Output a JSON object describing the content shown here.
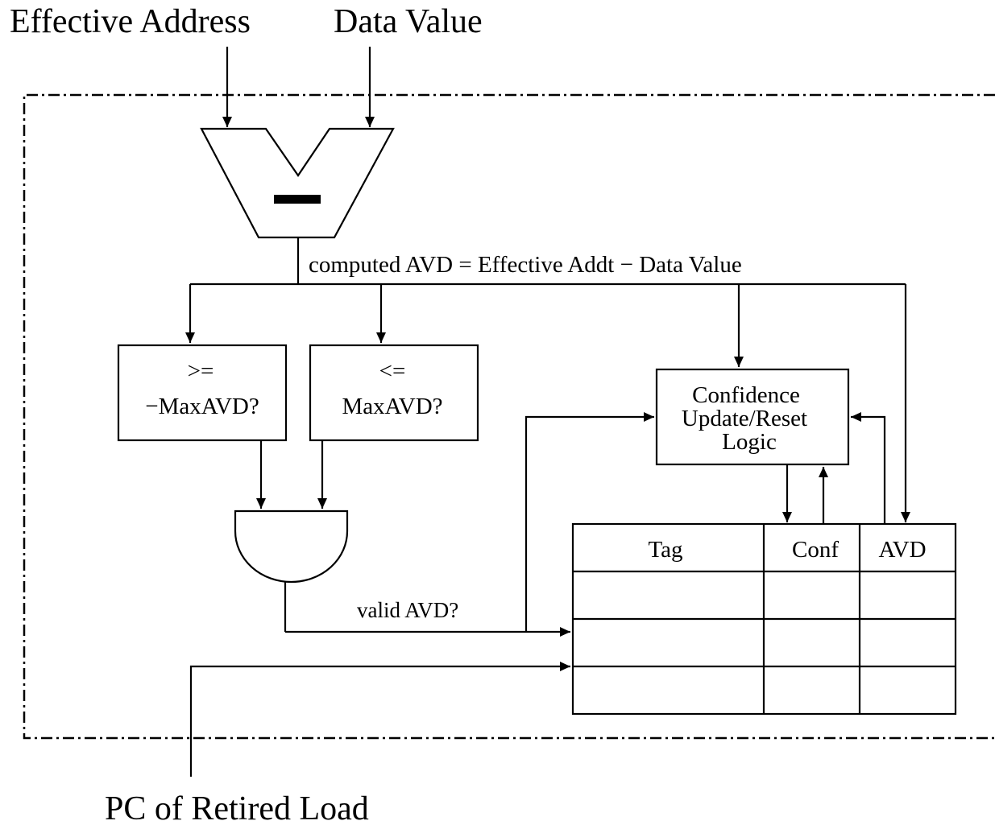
{
  "inputs": {
    "effective_address": "Effective Address",
    "data_value": "Data Value",
    "pc_retired_load": "PC of Retired Load"
  },
  "subtractor": {
    "symbol": "—"
  },
  "computed_label": "computed AVD = Effective Addt − Data Value",
  "comparators": {
    "ge": {
      "op": ">=",
      "label": "−MaxAVD?"
    },
    "le": {
      "op": "<=",
      "label": "MaxAVD?"
    }
  },
  "confidence_logic": {
    "line1": "Confidence",
    "line2": "Update/Reset",
    "line3": "Logic"
  },
  "valid_label": "valid AVD?",
  "table": {
    "headers": [
      "Tag",
      "Conf",
      "AVD"
    ]
  }
}
